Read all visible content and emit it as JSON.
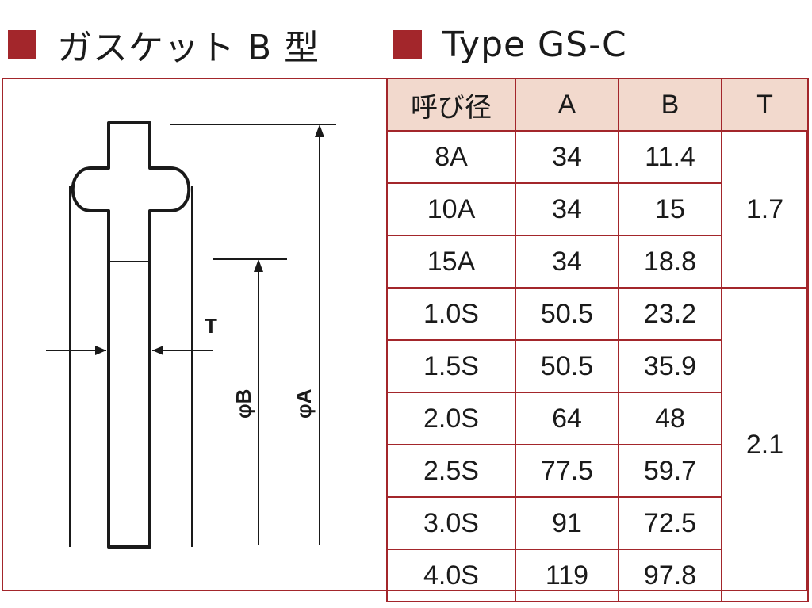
{
  "left_title": "ガスケット B 型",
  "right_title": "Type GS-C",
  "accent_color": "#a3262b",
  "header_bg_color": "#f2d9cd",
  "diagram": {
    "label_t": "T",
    "label_phi_b": "φB",
    "label_phi_a": "φA"
  },
  "table": {
    "headers": [
      "呼び径",
      "A",
      "B",
      "T"
    ],
    "rows": [
      {
        "size": "8A",
        "a": "34",
        "b": "11.4"
      },
      {
        "size": "10A",
        "a": "34",
        "b": "15"
      },
      {
        "size": "15A",
        "a": "34",
        "b": "18.8"
      },
      {
        "size": "1.0S",
        "a": "50.5",
        "b": "23.2"
      },
      {
        "size": "1.5S",
        "a": "50.5",
        "b": "35.9"
      },
      {
        "size": "2.0S",
        "a": "64",
        "b": "48"
      },
      {
        "size": "2.5S",
        "a": "77.5",
        "b": "59.7"
      },
      {
        "size": "3.0S",
        "a": "91",
        "b": "72.5"
      },
      {
        "size": "4.0S",
        "a": "119",
        "b": "97.8"
      }
    ],
    "t_groups": [
      "1.7",
      "2.1"
    ]
  }
}
